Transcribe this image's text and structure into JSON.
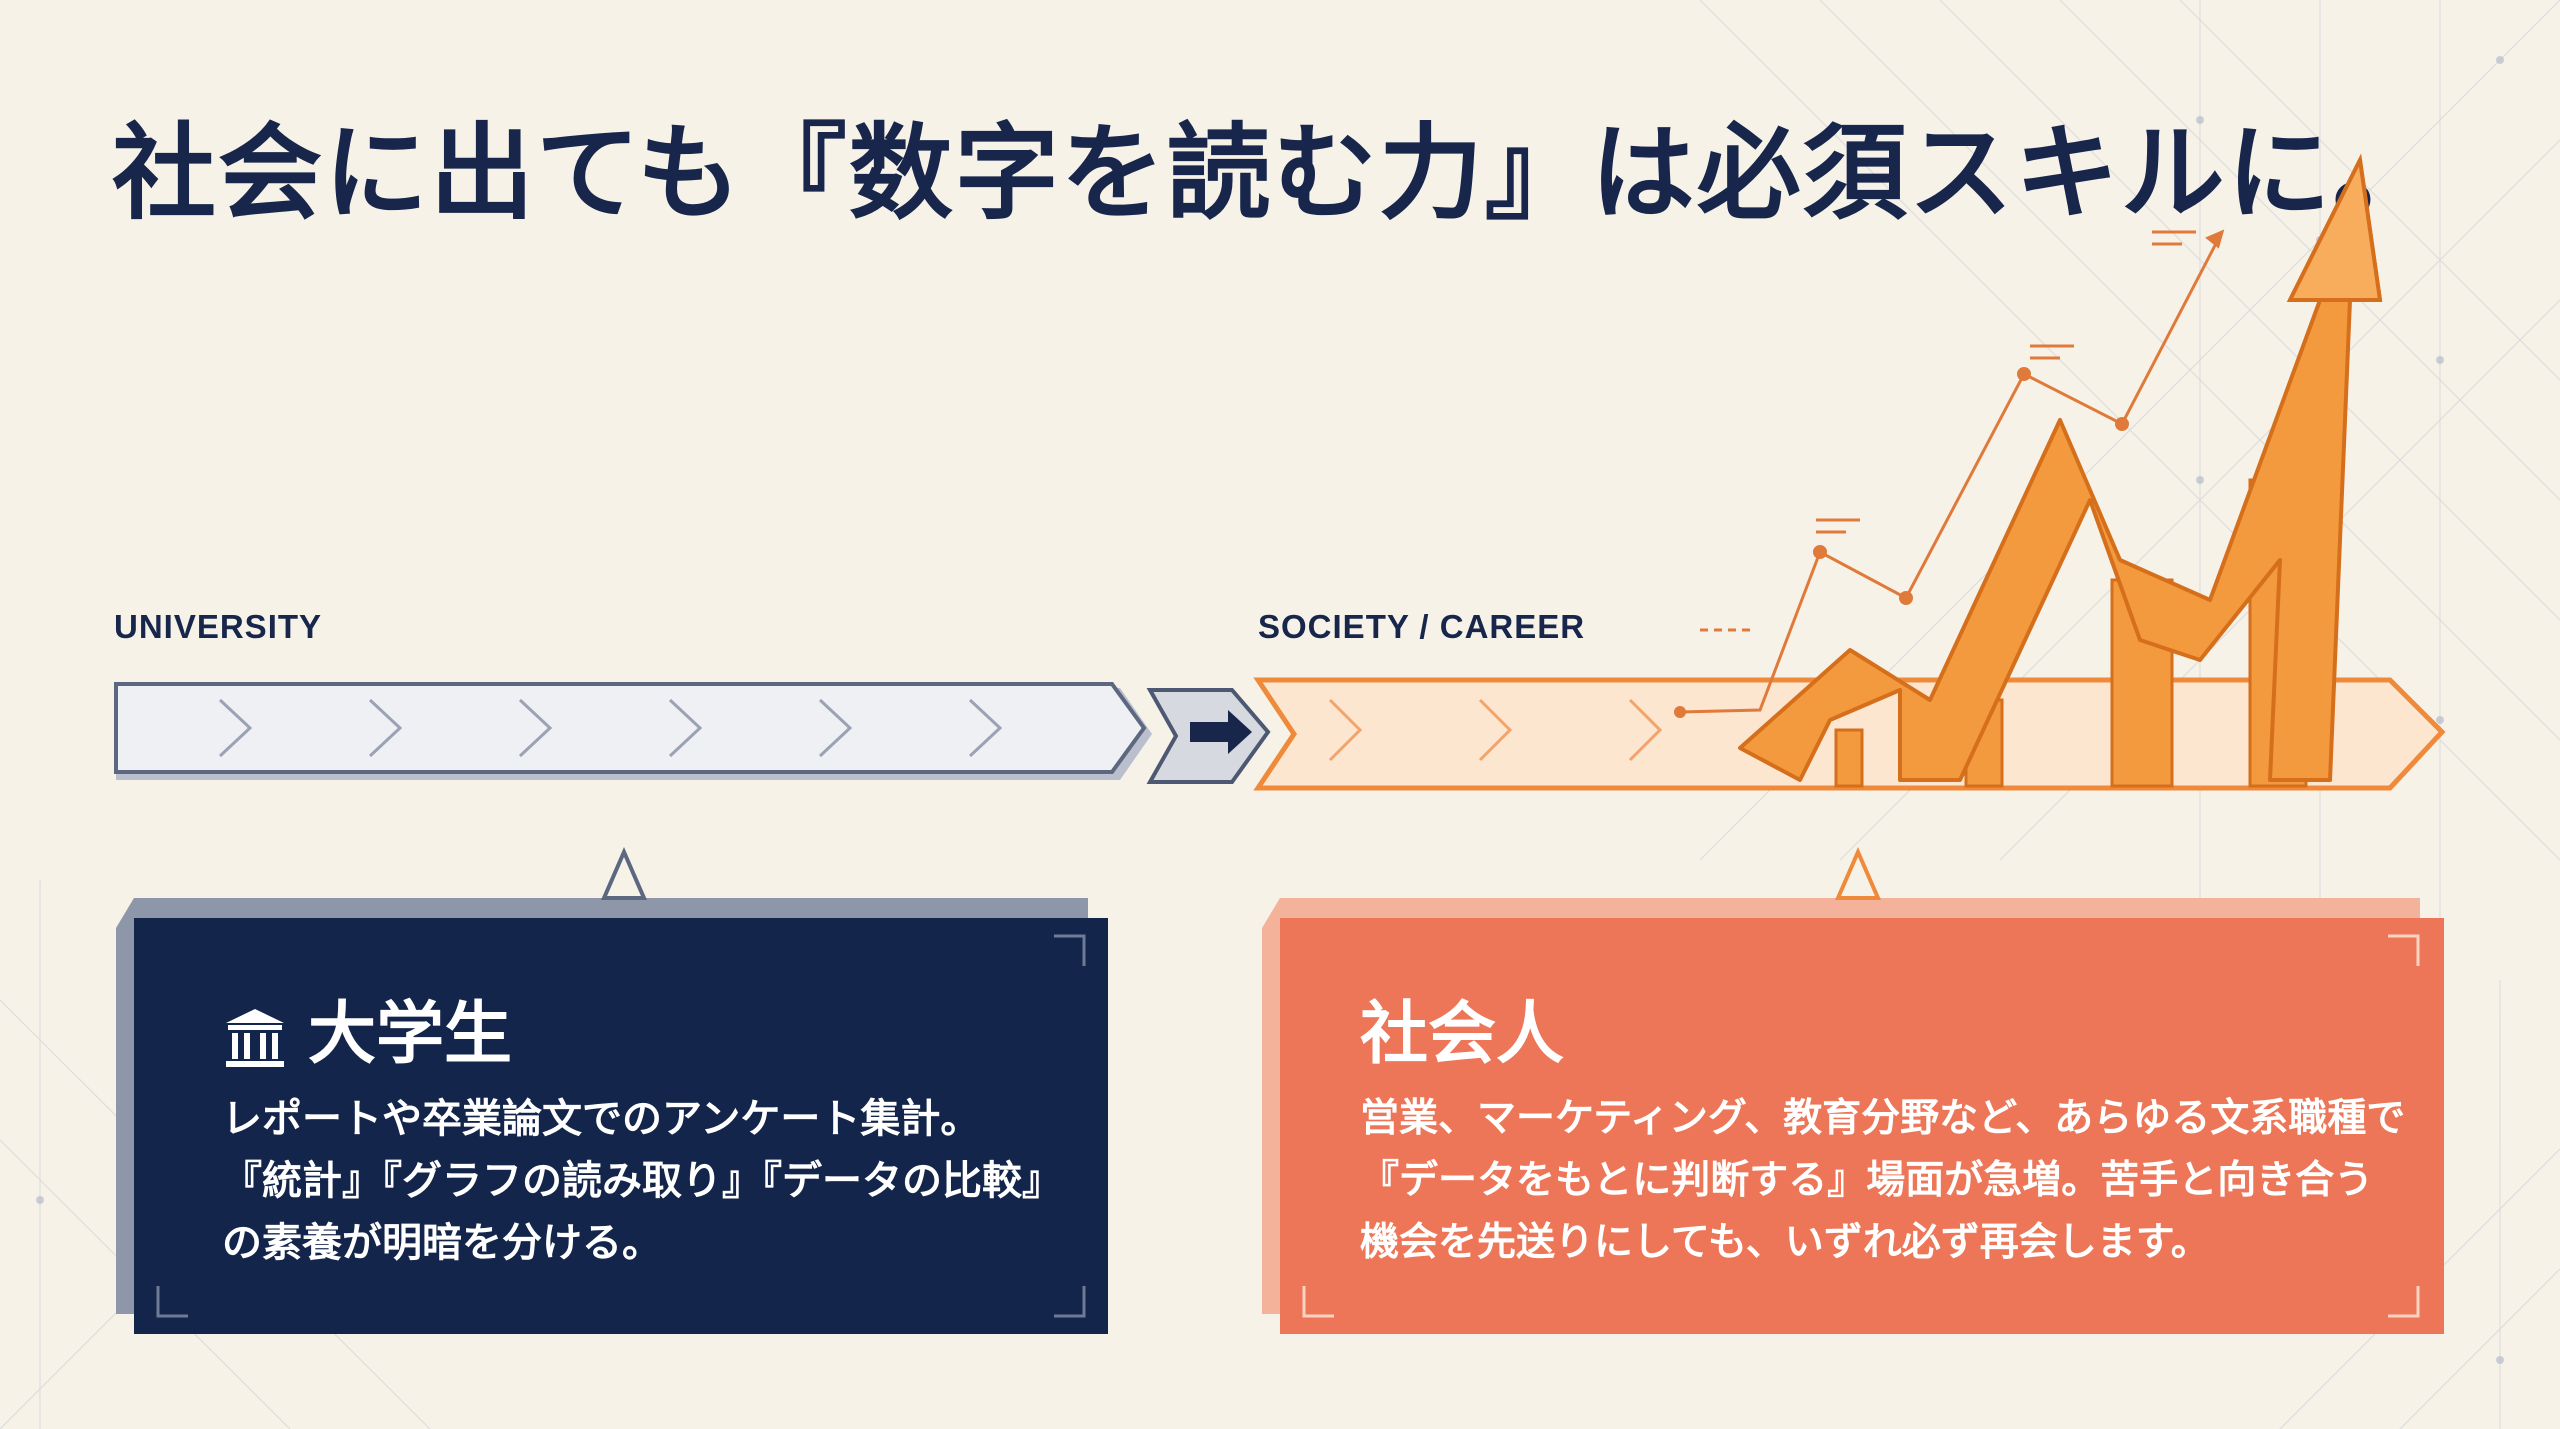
{
  "title": "社会に出ても『数字を読む力』は必須スキルに。",
  "stages": {
    "university": {
      "label": "UNIVERSITY"
    },
    "society": {
      "label": "SOCIETY / CAREER"
    }
  },
  "cards": {
    "student": {
      "heading": "大学生",
      "icon": "university-building-icon",
      "lines": [
        "レポートや卒業論文でのアンケート集計。",
        "『統計』『グラフの読み取り』『データの比較』",
        "の素養が明暗を分ける。"
      ]
    },
    "professional": {
      "heading": "社会人",
      "lines": [
        "営業、マーケティング、教育分野など、あらゆる文系職種で",
        "『データをもとに判断する』場面が急増。苦手と向き合う",
        "機会を先送りにしても、いずれ必ず再会します。"
      ]
    }
  },
  "colors": {
    "navy": "#13254b",
    "orange": "#f39a3e",
    "coral": "#ec7657",
    "background": "#f6f2e8"
  }
}
